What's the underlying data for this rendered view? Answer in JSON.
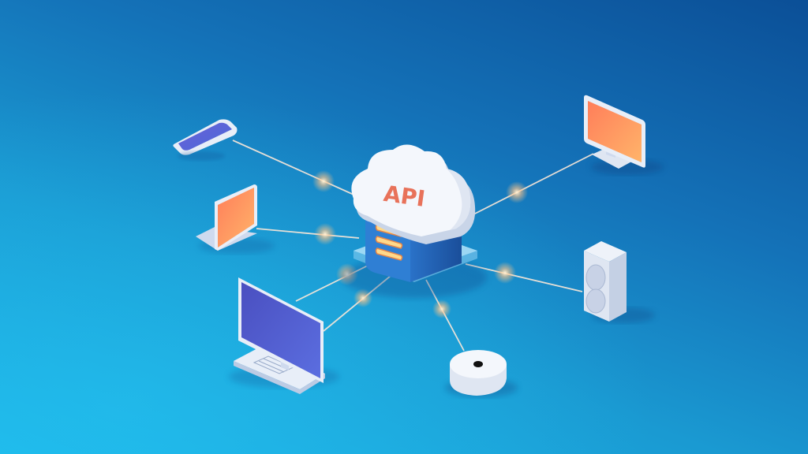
{
  "scene": {
    "title": "API cloud connectivity illustration",
    "center": {
      "label": "API",
      "icon": "cloud-server-icon",
      "label_color": "#e8725a",
      "stripe_color": "#ffd27a"
    },
    "devices": [
      {
        "name": "smartphone",
        "icon": "smartphone-icon",
        "screen_color": "#5a5fd6"
      },
      {
        "name": "laptop",
        "icon": "laptop-icon",
        "screen_color": "#ff9a5a"
      },
      {
        "name": "desktop-computer",
        "icon": "desktop-monitor-icon",
        "screen_color": "#4a55c8"
      },
      {
        "name": "monitor",
        "icon": "monitor-icon",
        "screen_color": "#ff9a5a"
      },
      {
        "name": "speaker",
        "icon": "speaker-icon",
        "screen_color": "#dfe6f2"
      },
      {
        "name": "smart-puck",
        "icon": "round-sensor-icon",
        "screen_color": "#f2f5fa"
      }
    ],
    "colors": {
      "bg_top_right": "#0d5aa0",
      "bg_bottom_left": "#1bb4e6",
      "link_glow": "#ffc48a"
    }
  }
}
